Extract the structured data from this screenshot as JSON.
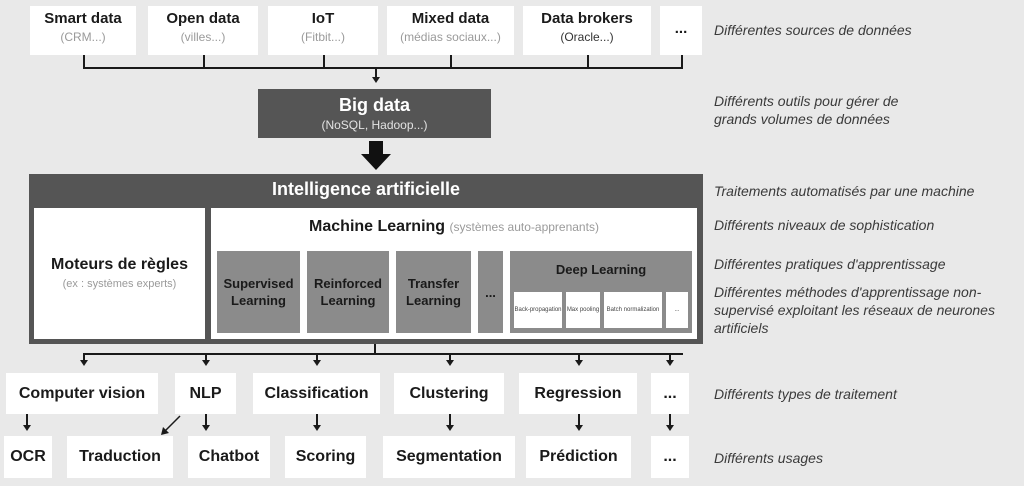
{
  "sources": [
    {
      "title": "Smart data",
      "sub": "(CRM...)"
    },
    {
      "title": "Open data",
      "sub": "(villes...)"
    },
    {
      "title": "IoT",
      "sub": "(Fitbit...)"
    },
    {
      "title": "Mixed data",
      "sub": "(médias sociaux...)"
    },
    {
      "title": "Data brokers",
      "sub": "(Oracle...)"
    },
    {
      "title": "...",
      "sub": ""
    }
  ],
  "bigdata": {
    "title": "Big data",
    "sub": "(NoSQL, Hadoop...)"
  },
  "ai": {
    "title": "Intelligence artificielle"
  },
  "rules": {
    "title": "Moteurs de règles",
    "sub": "(ex : systèmes experts)"
  },
  "ml": {
    "title": "Machine Learning",
    "sub": "(systèmes auto-apprenants)"
  },
  "practices": [
    "Supervised Learning",
    "Reinforced Learning",
    "Transfer Learning",
    "..."
  ],
  "deep": {
    "title": "Deep Learning",
    "methods": [
      "Back-propagation",
      "Max pooling",
      "Batch normalization",
      "..."
    ]
  },
  "processing": [
    "Computer vision",
    "NLP",
    "Classification",
    "Clustering",
    "Regression",
    "..."
  ],
  "usages": [
    "OCR",
    "Traduction",
    "Chatbot",
    "Scoring",
    "Segmentation",
    "Prédiction",
    "..."
  ],
  "notes": {
    "sources": "Différentes sources de données",
    "bigdata": "Différents outils pour gérer de grands volumes de données",
    "ai": "Traitements automatisés par une machine",
    "levels": "Différents niveaux de sophistication",
    "practices": "Différentes pratiques d'apprentissage",
    "methods": "Différentes méthodes d'apprentissage non-supervisé exploitant les réseaux de neurones artificiels",
    "processing": "Différents types de traitement",
    "usages": "Différents usages"
  }
}
